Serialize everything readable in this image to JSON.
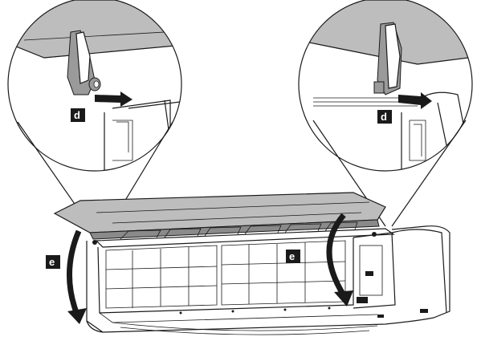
{
  "labels": {
    "left_detail": "d",
    "right_detail": "d",
    "left_rotation": "e",
    "right_rotation": "e"
  },
  "colors": {
    "ink": "#1a1a1a",
    "panel_grey": "#bdbdbd",
    "dark_grey": "#8a8a8a",
    "background": "#ffffff"
  }
}
